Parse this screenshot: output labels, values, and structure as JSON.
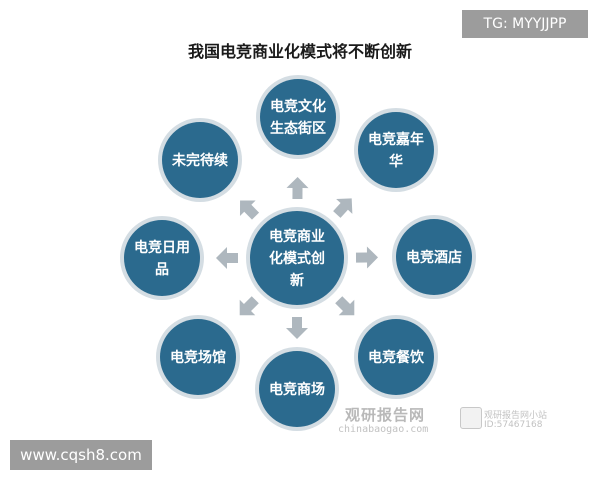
{
  "title": "我国电竞商业化模式将不断创新",
  "center": {
    "lines": [
      "电竞商业",
      "化模式创",
      "新"
    ]
  },
  "nodes": [
    {
      "id": "culture",
      "lines": [
        "电竞文化",
        "生态街区"
      ]
    },
    {
      "id": "carnival",
      "lines": [
        "电竞嘉年",
        "华"
      ]
    },
    {
      "id": "hotel",
      "lines": [
        "电竞酒店"
      ]
    },
    {
      "id": "dining",
      "lines": [
        "电竞餐饮"
      ]
    },
    {
      "id": "mall",
      "lines": [
        "电竞商场"
      ]
    },
    {
      "id": "venue",
      "lines": [
        "电竞场馆"
      ]
    },
    {
      "id": "daily",
      "lines": [
        "电竞日用",
        "品"
      ]
    },
    {
      "id": "tbc",
      "lines": [
        "未完待续"
      ]
    }
  ],
  "colors": {
    "node_fill": "#2b6a8e",
    "node_ring": "#d4dde3",
    "arrow": "#aeb7be",
    "node_text": "#ffffff"
  },
  "watermarks": {
    "top_right": "TG: MYYJJPP",
    "bottom_left": "www.cqsh8.com",
    "brand": "观研报告网",
    "site": "chinabaogao.com",
    "small_1": "观研报告网小站",
    "small_2": "ID:57467168"
  }
}
